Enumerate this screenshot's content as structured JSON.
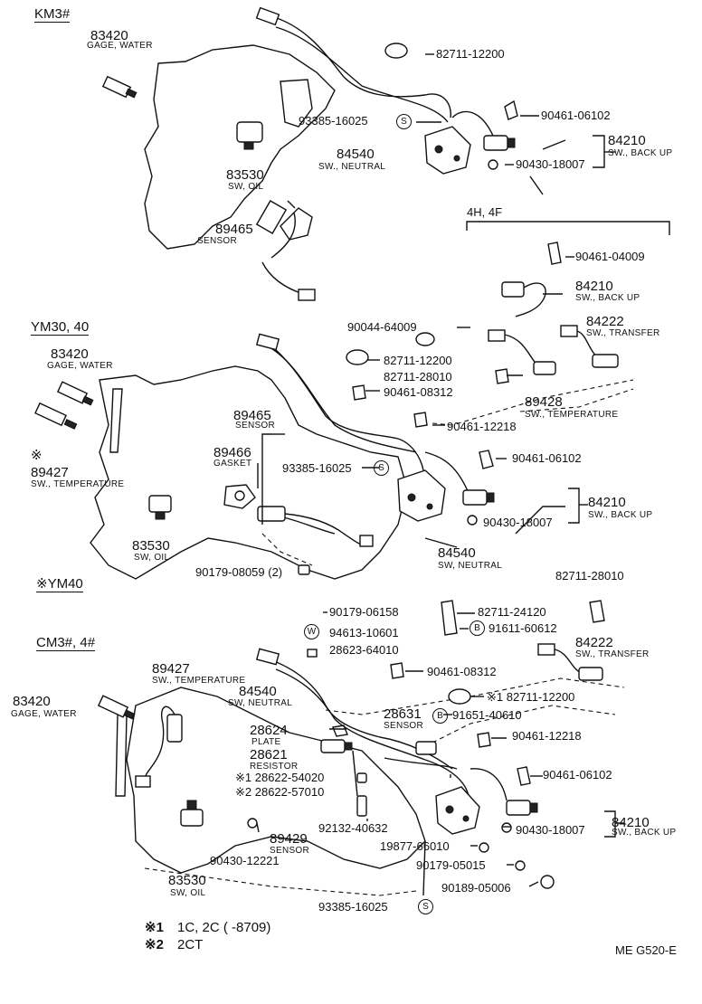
{
  "sections": {
    "km3": "KM3#",
    "ym30_40": "YM30, 40",
    "ym40": "※YM40",
    "cm3_4": "CM3#, 4#",
    "four_h_four_f": "4H, 4F"
  },
  "parts": {
    "p83420_a": "83420",
    "gage_water_a": "GAGE, WATER",
    "p82711_12200_a": "82711-12200",
    "p93385_16025_a": "93385-16025",
    "p90461_06102_a": "90461-06102",
    "p84540_a": "84540",
    "sw_neutral_a": "SW., NEUTRAL",
    "p84210_a": "84210",
    "sw_backup_a": "SW., BACK UP",
    "p90430_18007_a": "90430-18007",
    "p83530_a": "83530",
    "sw_oil_a": "SW, OIL",
    "p89465_a": "89465",
    "sensor_a": "SENSOR",
    "p90461_04009": "90461-04009",
    "p84210_b": "84210",
    "sw_backup_b": "SW., BACK UP",
    "p90044_64009": "90044-64009",
    "p84222_a": "84222",
    "sw_transfer_a": "SW., TRANSFER",
    "p82711_12200_b": "82711-12200",
    "p82711_28010_a": "82711-28010",
    "p90461_08312_a": "90461-08312",
    "p89428": "89428",
    "sw_temperature_a": "SW., TEMPERATURE",
    "p90461_12218_a": "90461-12218",
    "p83420_b": "83420",
    "gage_water_b": "GAGE, WATER",
    "p89465_b": "89465",
    "sensor_b": "SENSOR",
    "p89466": "89466",
    "gasket": "GASKET",
    "p93385_16025_b": "93385-16025",
    "p90461_06102_b": "90461-06102",
    "asterisk_89427": "※",
    "p89427_a": "89427",
    "sw_temperature_b": "SW., TEMPERATURE",
    "p84210_c": "84210",
    "sw_backup_c": "SW., BACK UP",
    "p90430_18007_b": "90430-18007",
    "p83530_b": "83530",
    "sw_oil_b": "SW, OIL",
    "p84540_b": "84540",
    "sw_neutral_b": "SW, NEUTRAL",
    "p90179_08059": "90179-08059 (2)",
    "p82711_28010_b": "82711-28010",
    "p90179_06158": "90179-06158",
    "p82711_24120": "82711-24120",
    "p94613_10601": "94613-10601",
    "p91611_60612": "91611-60612",
    "p28623_64010": "28623-64010",
    "p84222_b": "84222",
    "sw_transfer_b": "SW., TRANSFER",
    "p89427_b": "89427",
    "sw_temperature_c": "SW., TEMPERATURE",
    "p84540_c": "84540",
    "sw_neutral_c": "SW, NEUTRAL",
    "p90461_08312_b": "90461-08312",
    "p83420_c": "83420",
    "gage_water_c": "GAGE, WATER",
    "p82711_12200_c": "※1 82711-12200",
    "p28631": "28631",
    "sensor_c": "SENSOR",
    "p91651_40610": "91651-40610",
    "p28624": "28624",
    "plate": "PLATE",
    "p90461_12218_b": "90461-12218",
    "p28621": "28621",
    "resistor": "RESISTOR",
    "p28622_54020": "※1 28622-54020",
    "p28622_57010": "※2 28622-57010",
    "p90461_06102_c": "90461-06102",
    "p92132_40632": "92132-40632",
    "p84210_d": "84210",
    "sw_backup_d": "SW., BACK UP",
    "p90430_18007_c": "90430-18007",
    "p89429": "89429",
    "sensor_d": "SENSOR",
    "p90430_12221": "90430-12221",
    "p19877_66010": "19877-66010",
    "p90179_05015": "90179-05015",
    "p83530_c": "83530",
    "sw_oil_c": "SW, OIL",
    "p90189_05006": "90189-05006",
    "p93385_16025_c": "93385-16025"
  },
  "badges": {
    "s": "S",
    "w": "W",
    "b": "B"
  },
  "footnotes": {
    "note1_mark": "※1",
    "note1": "1C, 2C (        -8709)",
    "note2_mark": "※2",
    "note2": "2CT"
  },
  "code": "ME  G520-E"
}
